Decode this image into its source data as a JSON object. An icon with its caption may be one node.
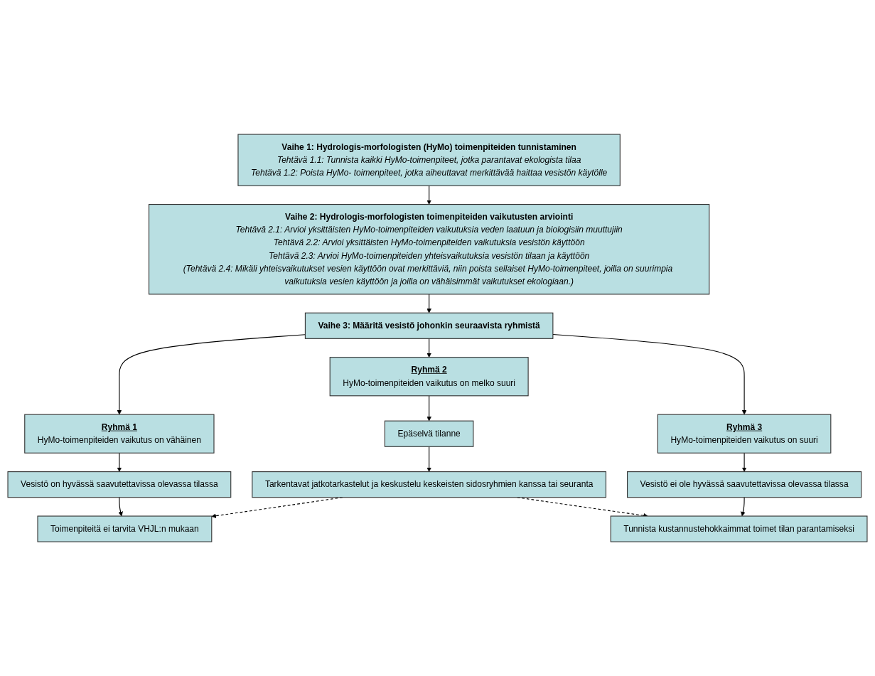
{
  "diagram": {
    "nodes": [
      {
        "text": [
          "Vaihe 1: Hydrologis-morfologisten (HyMo) toimenpiteiden tunnistaminen",
          "Tehtävä 1.1: Tunnista kaikki HyMo-toimenpiteet, jotka parantavat ekologista tilaa",
          "Tehtävä 1.2: Poista HyMo- toimenpiteet, jotka aiheuttavat merkittävää haittaa vesistön käytölle"
        ]
      },
      {
        "text": [
          "Vaihe 2: Hydrologis-morfologisten toimenpiteiden vaikutusten arviointi",
          "Tehtävä 2.1: Arvioi yksittäisten HyMo-toimenpiteiden vaikutuksia veden laatuun ja biologisiin muuttujiin",
          "Tehtävä 2.2: Arvioi yksittäisten HyMo-toimenpiteiden vaikutuksia vesistön käyttöön",
          "Tehtävä 2.3: Arvioi HyMo-toimenpiteiden yhteisvaikutuksia vesistön tilaan ja käyttöön",
          "(Tehtävä 2.4: Mikäli yhteisvaikutukset vesien käyttöön ovat merkittäviä, niin poista sellaiset HyMo-toimenpiteet, joilla on suurimpia vaikutuksia vesien käyttöön ja joilla on vähäisimmät vaikutukset ekologiaan.)"
        ]
      },
      {
        "text": [
          "Vaihe 3: Määritä vesistö johonkin seuraavista ryhmistä"
        ]
      },
      {
        "text": [
          "Ryhmä 1",
          "HyMo-toimenpiteiden vaikutus on vähäinen"
        ]
      },
      {
        "text": [
          "Ryhmä 2",
          "HyMo-toimenpiteiden vaikutus on melko suuri"
        ]
      },
      {
        "text": [
          "Ryhmä 3",
          "HyMo-toimenpiteiden vaikutus on suuri"
        ]
      },
      {
        "text": [
          "Vesistö on hyvässä saavutettavissa olevassa tilassa"
        ]
      },
      {
        "text": [
          "Epäselvä tilanne"
        ]
      },
      {
        "text": [
          "Vesistö ei ole hyvässä saavutettavissa olevassa tilassa"
        ]
      },
      {
        "text": [
          "Toimenpiteitä ei tarvita VHJL:n mukaan"
        ]
      },
      {
        "text": [
          "Tarkentavat jatkotarkastelut ja keskustelu keskeisten sidosryhmien kanssa tai seuranta"
        ]
      },
      {
        "text": [
          "Tunnista kustannustehokkaimmat toimet tilan parantamiseksi"
        ]
      }
    ],
    "edges": [
      {
        "from": 0,
        "to": 1,
        "arrow": "to"
      },
      {
        "from": 1,
        "to": 2,
        "arrow": "to"
      },
      {
        "from": 2,
        "to": 3,
        "arrow": "to"
      },
      {
        "from": 2,
        "to": 4,
        "arrow": "to"
      },
      {
        "from": 2,
        "to": 5,
        "arrow": "to"
      },
      {
        "from": 3,
        "to": 6,
        "arrow": "to"
      },
      {
        "from": 4,
        "to": 7,
        "arrow": "to"
      },
      {
        "from": 5,
        "to": 8,
        "arrow": "to"
      },
      {
        "from": 6,
        "to": 9,
        "arrow": "to"
      },
      {
        "from": 7,
        "to": 10,
        "arrow": "to"
      },
      {
        "from": 8,
        "to": 11,
        "arrow": "to"
      },
      {
        "from": 10,
        "to": 9,
        "arrow": "to",
        "style": "dashed"
      },
      {
        "from": 10,
        "to": 11,
        "arrow": "to",
        "style": "dashed"
      }
    ]
  }
}
